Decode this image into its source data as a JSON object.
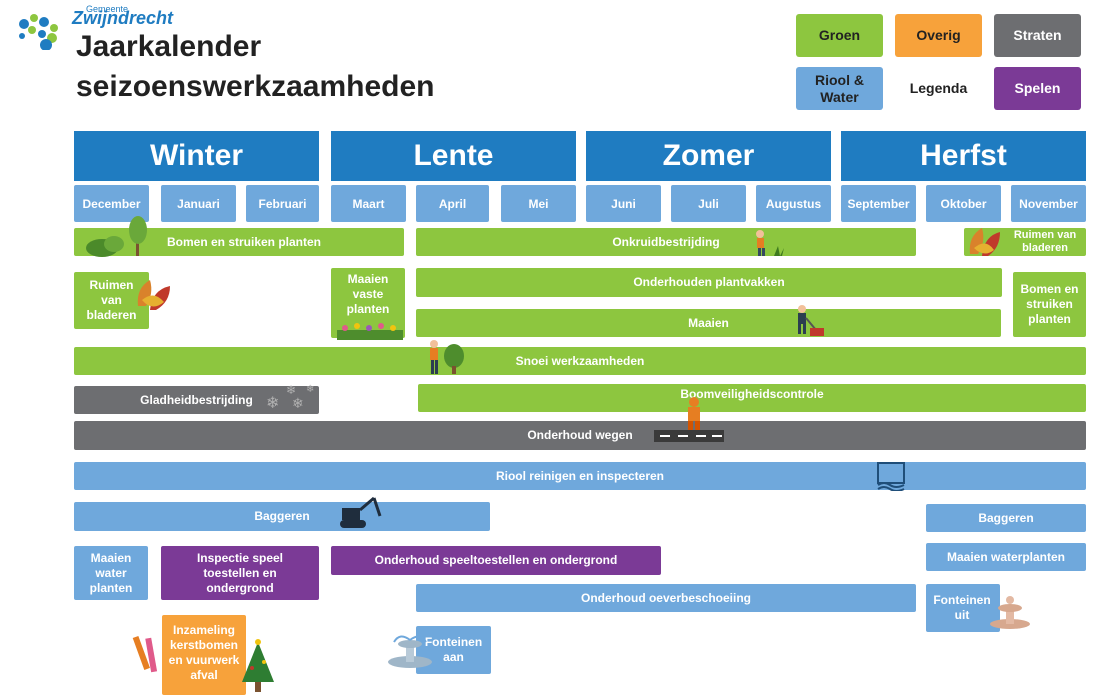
{
  "header": {
    "logo_prefix": "Gemeente",
    "logo_name": "Zwijndrecht",
    "title_line1": "Jaarkalender",
    "title_line2": "seizoenswerkzaamheden"
  },
  "legend": {
    "label": "Legenda",
    "items": [
      {
        "label": "Groen",
        "color": "#8dc63f"
      },
      {
        "label": "Overig",
        "color": "#f7a23b"
      },
      {
        "label": "Straten",
        "color": "#6d6e71"
      },
      {
        "label": "Riool & Water",
        "color": "#6fa8dc"
      },
      {
        "label": "Spelen",
        "color": "#7b3a96"
      }
    ]
  },
  "seasons": [
    "Winter",
    "Lente",
    "Zomer",
    "Herfst"
  ],
  "months": [
    "December",
    "Januari",
    "Februari",
    "Maart",
    "April",
    "Mei",
    "Juni",
    "Juli",
    "Augustus",
    "September",
    "Oktober",
    "November"
  ],
  "tasks": {
    "bomen_planten": "Bomen en struiken planten",
    "onkruid": "Onkruidbestrijding",
    "ruimen_bladeren_herfst": "Ruimen van bladeren",
    "ruimen_bladeren_winter": "Ruimen van bladeren",
    "maaien_vaste_planten": "Maaien vaste planten",
    "onderhouden_plantvakken": "Onderhouden plantvakken",
    "bomen_planten_herfst": "Bomen en struiken planten",
    "maaien": "Maaien",
    "snoei": "Snoei werkzaamheden",
    "gladheid": "Gladheidbestrijding",
    "boomveiligheid": "Boomveiligheidscontrole",
    "onderhoud_wegen": "Onderhoud wegen",
    "riool": "Riool reinigen en inspecteren",
    "baggeren_winter": "Baggeren",
    "baggeren_herfst": "Baggeren",
    "maaien_waterplanten_winter": "Maaien water planten",
    "inspectie_speel": "Inspectie speel toestellen en ondergrond",
    "onderhoud_speel": "Onderhoud speeltoestellen en ondergrond",
    "maaien_waterplanten_herfst": "Maaien waterplanten",
    "oeverbeschoeiing": "Onderhoud oeverbeschoeiing",
    "fonteinen_uit": "Fonteinen uit",
    "kerstbomen": "Inzameling kerstbomen en vuurwerk afval",
    "fonteinen_aan": "Fonteinen aan"
  }
}
